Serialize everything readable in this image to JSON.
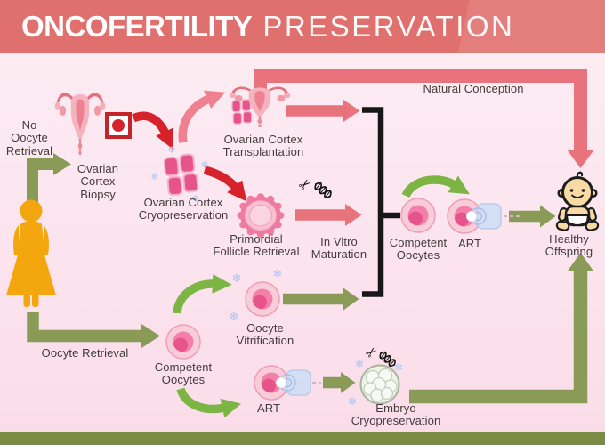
{
  "header": {
    "title_bold": "ONCOFERTILITY",
    "title_light": "PRESERVATION"
  },
  "flow": {
    "labels": {
      "no_oocyte_retrieval": "No\nOocyte\nRetrieval",
      "ovarian_cortex_biopsy": "Ovarian\nCortex\nBiopsy",
      "ovarian_cortex_cryopreservation": "Ovarian Cortex\nCryopreservation",
      "ovarian_cortex_transplantation": "Ovarian Cortex\nTransplantation",
      "natural_conception": "Natural Conception",
      "primordial_follicle_retrieval": "Primordial\nFollicle Retrieval",
      "in_vitro_maturation": "In Vitro\nMaturation",
      "competent_oocytes_upper": "Competent\nOocytes",
      "art_upper": "ART",
      "healthy_offspring": "Healthy\nOffspring",
      "oocyte_retrieval": "Oocyte Retrieval",
      "competent_oocytes_lower": "Competent\nOocytes",
      "oocyte_vitrification": "Oocyte\nVitrification",
      "art_lower": "ART",
      "embryo_cryopreservation": "Embryo\nCryopreservation"
    }
  },
  "icons": {
    "snowflake_glyph": "❄",
    "scissors_glyph": "✂",
    "woman_icon": "female-patient",
    "uterus_icon": "uterus",
    "biopsy_marker_icon": "biopsy-target",
    "tissue_icon": "ovarian-cortex-tissue",
    "oocyte_icon": "oocyte-cell",
    "pipette_icon": "icsi-injection",
    "follicle_icon": "primordial-follicle",
    "embryo_icon": "blastocyst",
    "baby_icon": "healthy-baby",
    "dna_scissors_icon": "genetic-testing"
  },
  "colors": {
    "header_bg": "#e0706d",
    "canvas_bg": "#fce4ee",
    "footer_bg": "#7d8c45",
    "salmon_arrow": "#e8737c",
    "red_arrow": "#d6232b",
    "pink_arrow": "#ee8090",
    "olive_arrow": "#8a9b57",
    "green_arrow": "#7cb544",
    "bracket": "#171717",
    "woman": "#f3a60e",
    "cell_pink": "#f480a9",
    "snowflake_blue": "#a8c6ee",
    "baby_skin": "#f8dba4"
  }
}
